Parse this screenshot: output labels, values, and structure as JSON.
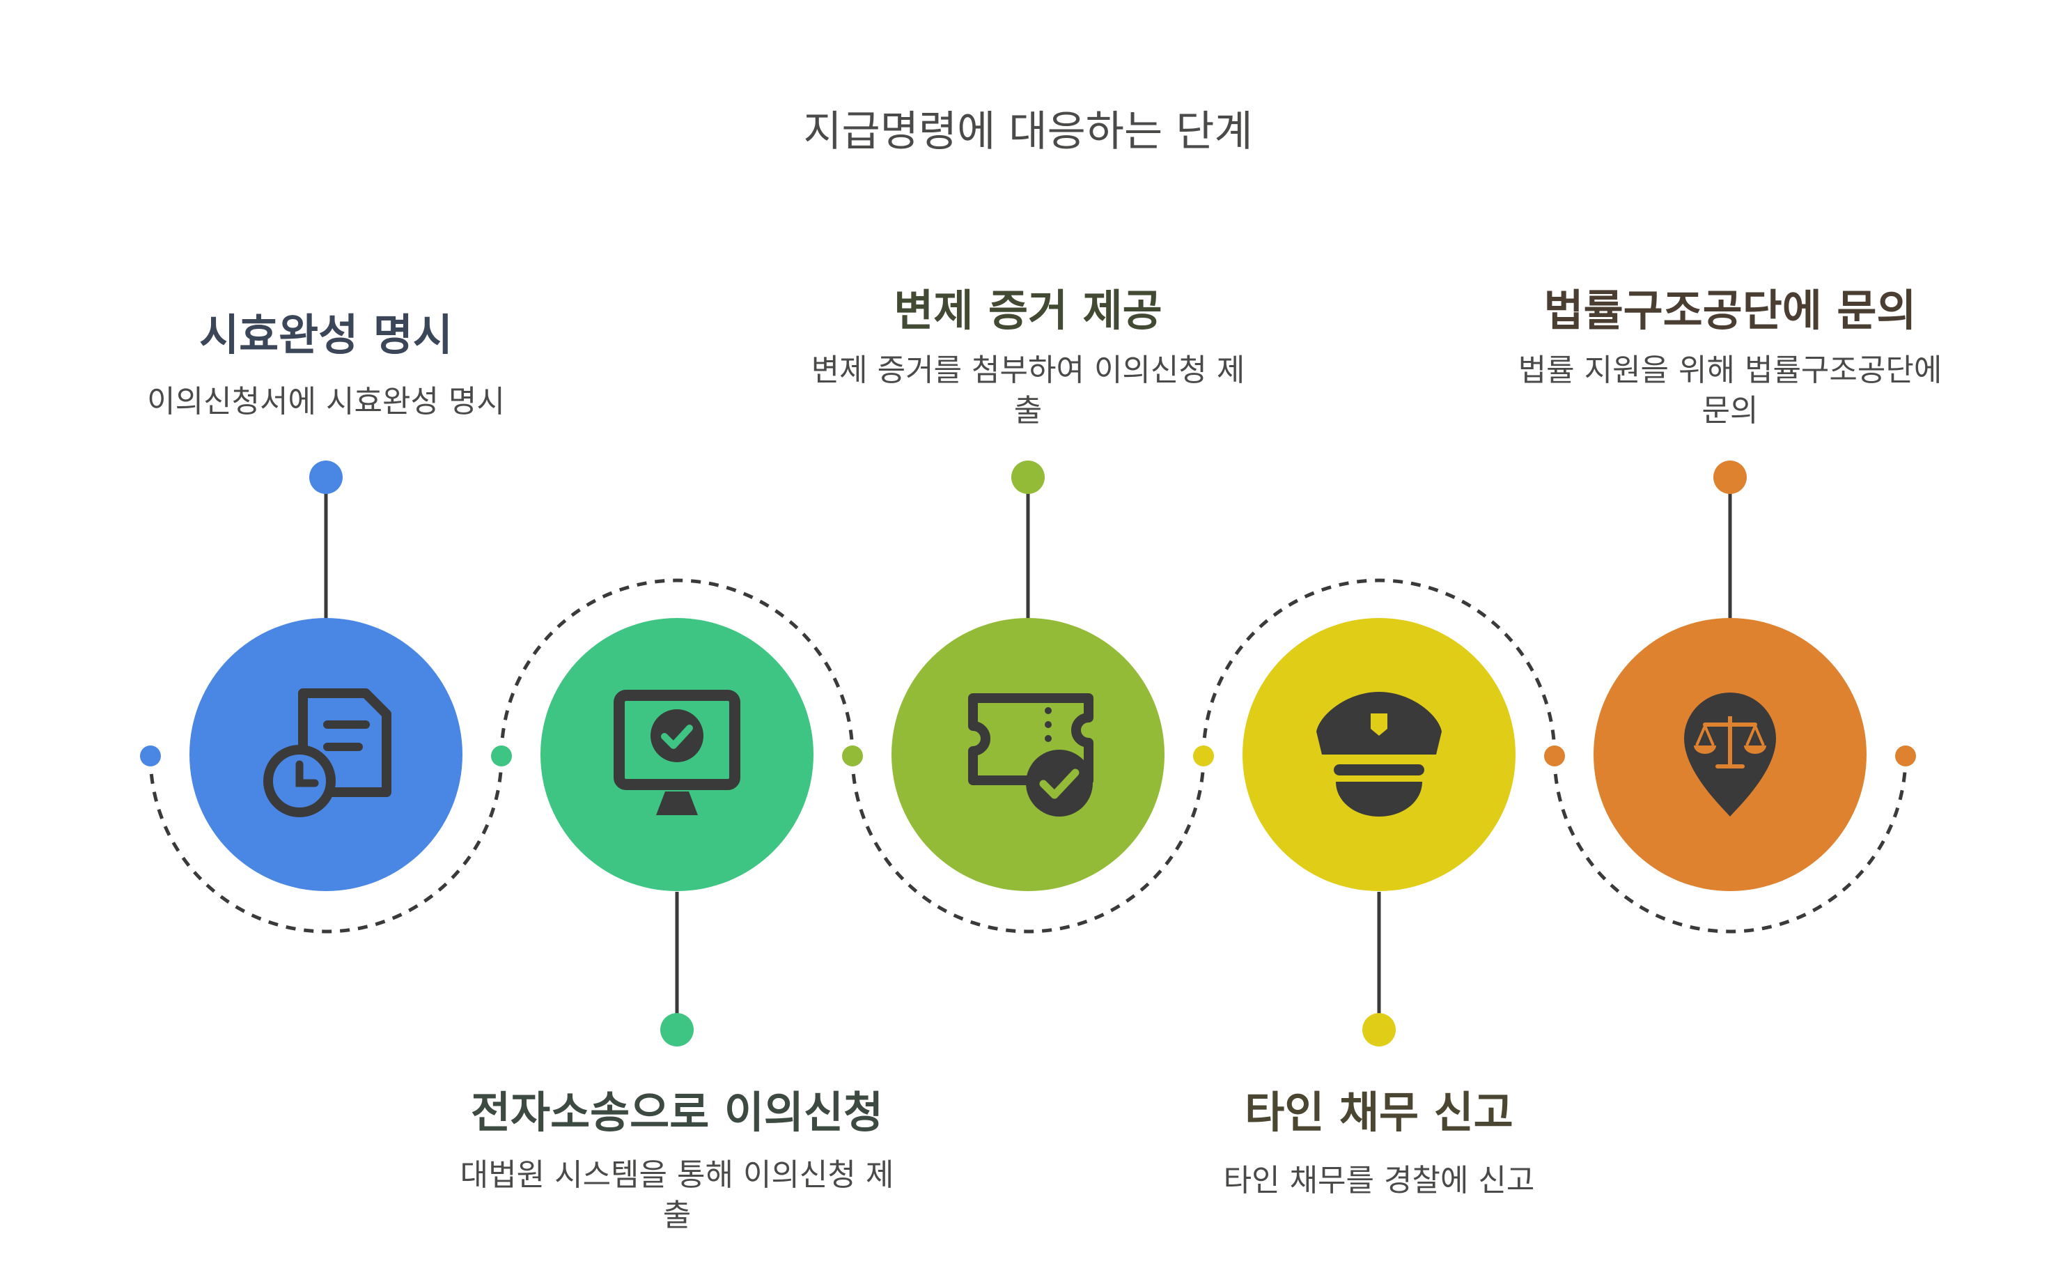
{
  "title": "지급명령에 대응하는 단계",
  "steps": [
    {
      "title": "시효완성 명시",
      "desc_lines": [
        "이의신청서에 시효완성 명시"
      ],
      "color": "#4a87e4",
      "title_color": "#3b4658",
      "icon": "document-clock-icon"
    },
    {
      "title": "전자소송으로 이의신청",
      "desc_lines": [
        "대법원 시스템을 통해 이의신청 제",
        "출"
      ],
      "color": "#3ec583",
      "title_color": "#3d4a42",
      "icon": "monitor-check-icon"
    },
    {
      "title": "변제 증거 제공",
      "desc_lines": [
        "변제 증거를 첨부하여 이의신청 제",
        "출"
      ],
      "color": "#93bb38",
      "title_color": "#434a34",
      "icon": "ticket-check-icon"
    },
    {
      "title": "타인 채무 신고",
      "desc_lines": [
        "타인 채무를 경찰에 신고"
      ],
      "color": "#e0cd17",
      "title_color": "#4a4632",
      "icon": "police-cap-icon"
    },
    {
      "title": "법률구조공단에 문의",
      "desc_lines": [
        "법률 지원을 위해 법률구조공단에",
        "문의"
      ],
      "color": "#df8230",
      "title_color": "#4a3e32",
      "icon": "legal-scale-pin-icon"
    }
  ]
}
